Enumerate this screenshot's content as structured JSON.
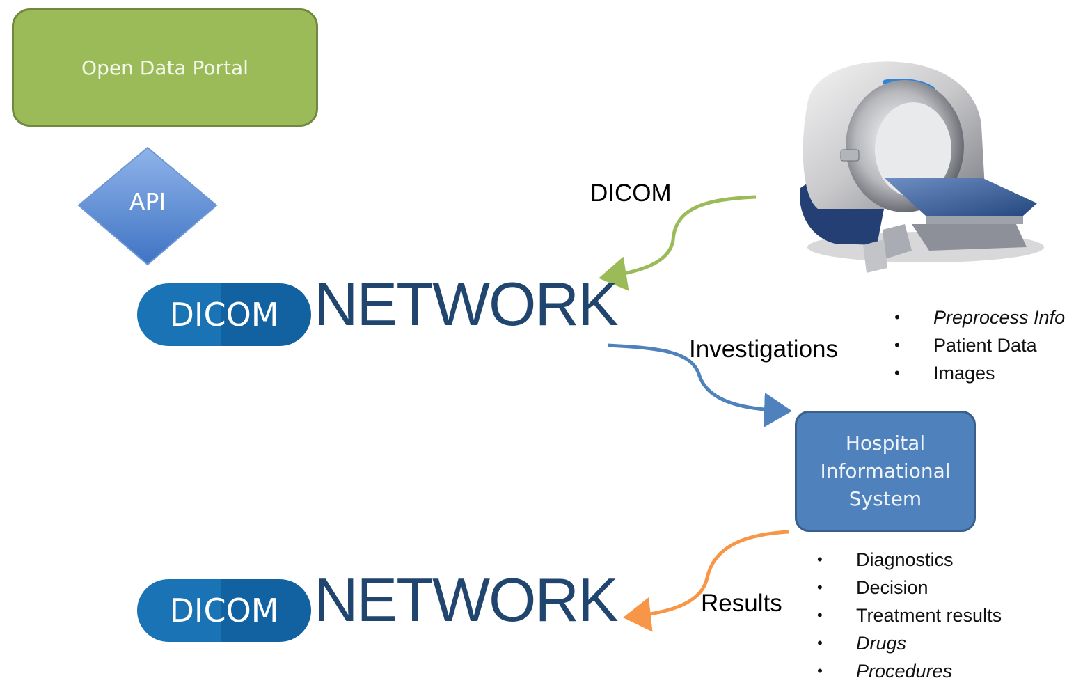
{
  "portal": {
    "label": "Open Data Portal"
  },
  "api": {
    "label": "API"
  },
  "network_top": {
    "pill": "DICOM",
    "word": "NETWORK"
  },
  "network_bottom": {
    "pill": "DICOM",
    "word": "NETWORK"
  },
  "edges": {
    "dicom": "DICOM",
    "investigations": "Investigations",
    "results": "Results"
  },
  "his": {
    "lines": [
      "Hospital",
      "Informational",
      "System"
    ]
  },
  "investigation_items": [
    {
      "text": "Preprocess Info",
      "italic": true
    },
    {
      "text": "Patient Data",
      "italic": false
    },
    {
      "text": "Images",
      "italic": false
    }
  ],
  "result_items": [
    {
      "text": "Diagnostics",
      "italic": false
    },
    {
      "text": "Decision",
      "italic": false
    },
    {
      "text": "Treatment results",
      "italic": false
    },
    {
      "text": "Drugs",
      "italic": true
    },
    {
      "text": "Procedures",
      "italic": true
    }
  ],
  "colors": {
    "portal_fill": "#9bbb59",
    "api_fill": "#5b8fd6",
    "dicom_pill": "#1973b4",
    "network_text": "#20456e",
    "his_fill": "#4f81bd",
    "arrow_dicom": "#9bbb59",
    "arrow_investigations": "#4f81bd",
    "arrow_results": "#f79646"
  },
  "icons": {
    "scanner": "ct-scanner-icon"
  }
}
